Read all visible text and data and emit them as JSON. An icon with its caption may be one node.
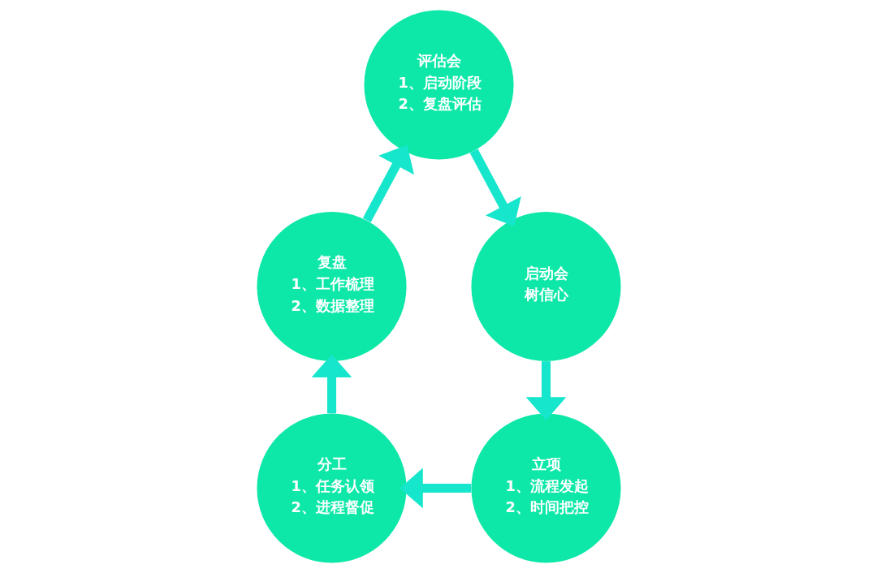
{
  "diagram": {
    "nodes": [
      {
        "text": [
          "评估会",
          "1、启动阶段",
          "2、复盘评估"
        ]
      },
      {
        "text": [
          "复盘",
          "1、工作梳理",
          "2、数据整理"
        ]
      },
      {
        "text": [
          "启动会",
          "树信心"
        ]
      },
      {
        "text": [
          "分工",
          "1、任务认领",
          "2、进程督促"
        ]
      },
      {
        "text": [
          "立项",
          "1、流程发起",
          "2、时间把控"
        ]
      }
    ],
    "edges": [
      {
        "from": 0,
        "to": 2,
        "arrow": "to"
      },
      {
        "from": 2,
        "to": 4,
        "arrow": "to"
      },
      {
        "from": 4,
        "to": 3,
        "arrow": "to"
      },
      {
        "from": 3,
        "to": 1,
        "arrow": "to"
      },
      {
        "from": 1,
        "to": 0,
        "arrow": "to"
      }
    ]
  }
}
